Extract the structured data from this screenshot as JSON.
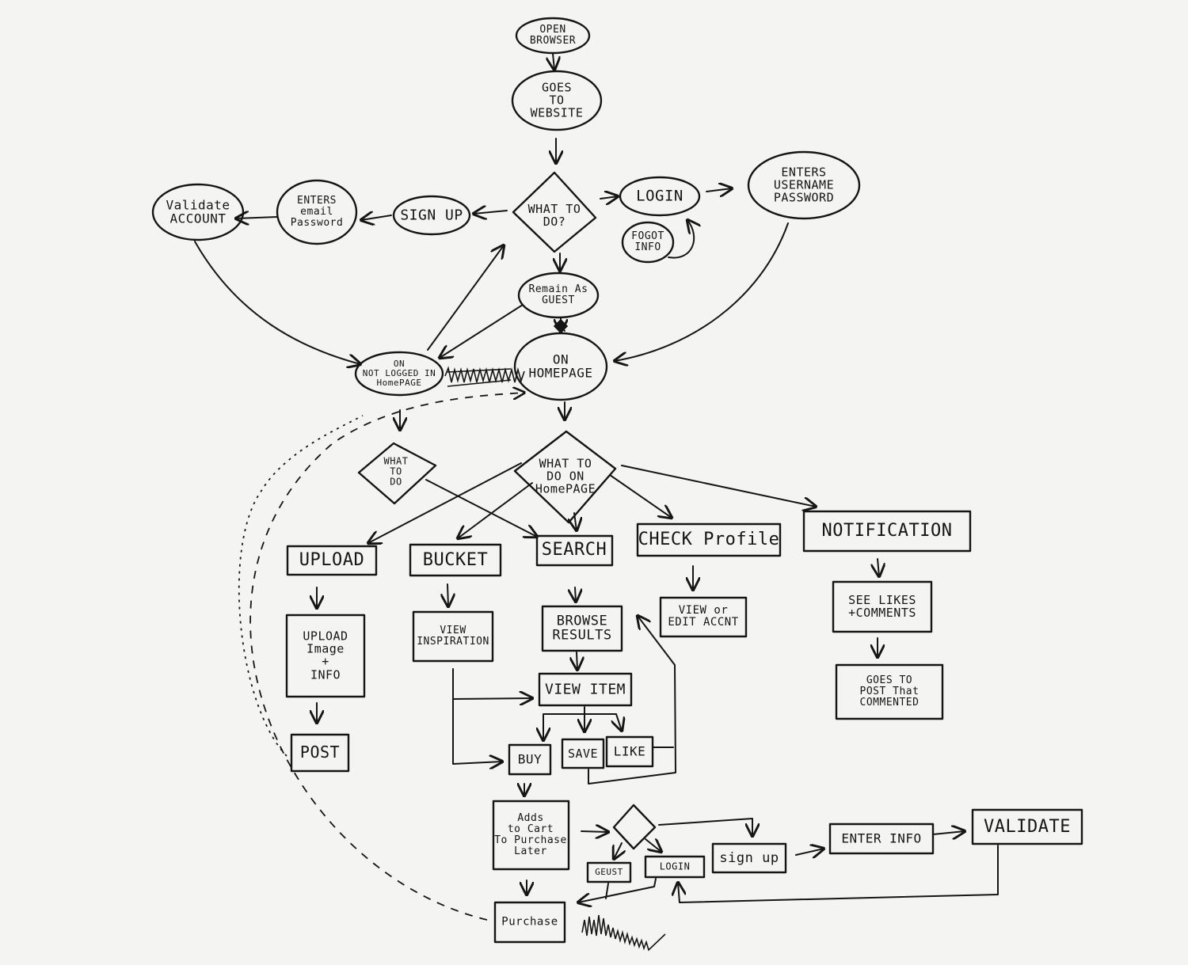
{
  "colors": {
    "ink": "#151515",
    "paper": "#f4f4f2"
  },
  "nodes": {
    "open_browser": "OPEN\nBROWSER",
    "goes_to_website": "GOES\nTO\nWEBSITE",
    "what_to_do": "WHAT TO\nDO?",
    "login": "LOGIN",
    "forgot_info": "FOGOT\nINFO",
    "enters_username_password": "ENTERS\nUSERNAME\nPASSWORD",
    "sign_up": "SIGN UP",
    "enters_email_password": "ENTERS\nemail\nPassword",
    "validate_account": "Validate\nACCOUNT",
    "remain_as_guest": "Remain As\nGUEST",
    "on_homepage": "ON\nHOMEPAGE",
    "on_not_logged_homepage": "ON\nNOT LOGGED IN\nHomePAGE",
    "what_to_do_guest": "WHAT\nTO\nDO",
    "what_to_do_homepage": "WHAT TO\nDO ON\nHomePAGE",
    "upload": "UPLOAD",
    "bucket": "BUCKET",
    "search": "SEARCH",
    "check_profile": "CHECK Profile",
    "notification": "NOTIFICATION",
    "upload_image_info": "UPLOAD\nImage\n+\nINFO",
    "post": "POST",
    "view_inspiration": "VIEW\nINSPIRATION",
    "browse_results": "BROWSE\nRESULTS",
    "view_item": "VIEW ITEM",
    "buy": "BUY",
    "save": "SAVE",
    "like": "LIKE",
    "view_edit_account": "VIEW or\nEDIT ACCNT",
    "see_likes_comments": "SEE LIKES\n+COMMENTS",
    "goes_to_post": "GOES TO\nPOST That\nCOMMENTED",
    "adds_to_cart": "Adds\nto Cart\nTo Purchase\nLater",
    "guest": "GEUST",
    "login_checkout": "LOGIN",
    "sign_up_checkout": "sign up",
    "enter_info": "ENTER INFO",
    "validate": "VALIDATE",
    "purchase": "Purchase"
  }
}
